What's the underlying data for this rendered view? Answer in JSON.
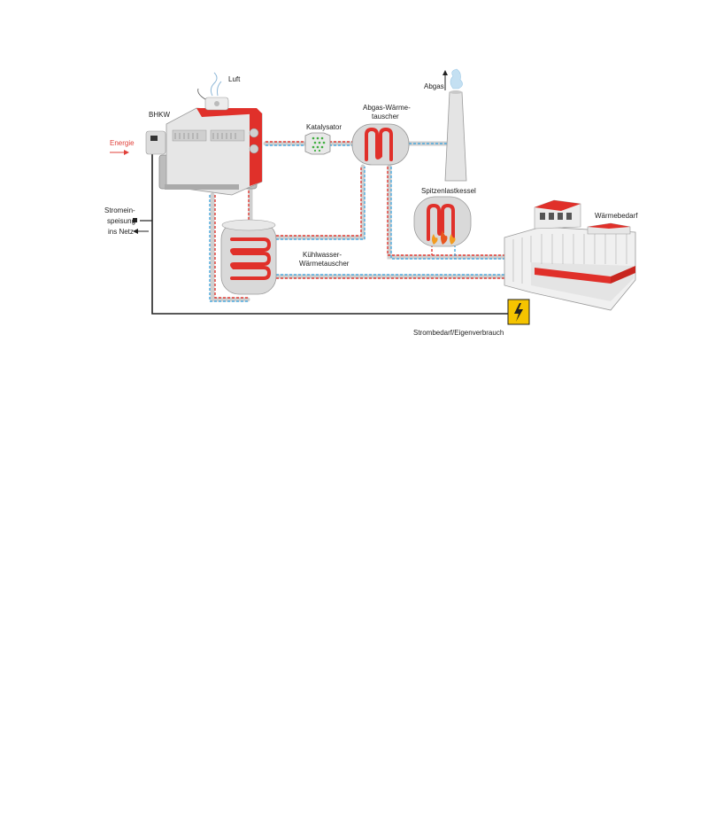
{
  "labels": {
    "luft": "Luft",
    "abgas": "Abgas",
    "bhkw": "BHKW",
    "energie": "Energie",
    "katalysator": "Katalysator",
    "abgas_waermetauscher_1": "Abgas-Wärme-",
    "abgas_waermetauscher_2": "tauscher",
    "spitzenlastkessel": "Spitzenlastkessel",
    "waermebedarf": "Wärmebedarf",
    "stromeinspeisung_1": "Stromein-",
    "stromeinspeisung_2": "speisung",
    "stromeinspeisung_3": "ins Netz",
    "kuehlwasser_1": "Kühlwasser-",
    "kuehlwasser_2": "Wärmetauscher",
    "strombedarf": "Strombedarf/Eigenverbrauch"
  },
  "icons": {
    "lightning": "lightning-icon",
    "arrow_up": "arrow-up-icon",
    "arrow_right": "arrow-right-icon",
    "arrow_left": "arrow-left-icon"
  },
  "colors": {
    "hot_pipe": "#e23a32",
    "cold_pipe": "#4aa8dd",
    "equipment": "#d9d9d9",
    "accent_red": "#e0302a",
    "power_box": "#f5c400"
  }
}
